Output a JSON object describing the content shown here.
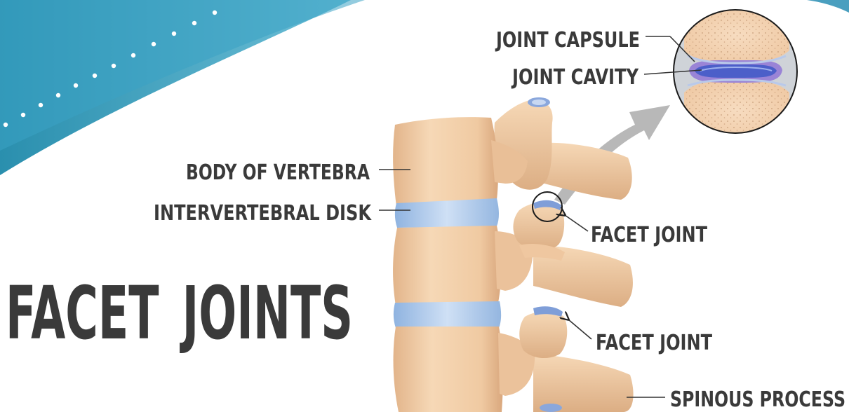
{
  "title": {
    "word1": "FACET",
    "word2": "JOINTS"
  },
  "labels": {
    "joint_capsule": "JOINT CAPSULE",
    "joint_cavity": "JOINT CAVITY",
    "body_of_vertebra": "BODY OF VERTEBRA",
    "intervertebral_disk": "INTERVERTEBRAL DISK",
    "facet_joint_upper": "FACET JOINT",
    "facet_joint_lower": "FACET JOINT",
    "spinous_process": "SPINOUS PROCESS"
  },
  "colors": {
    "title_gradient": [
      "#2f6fa8",
      "#3d9ad0",
      "#6bbba0"
    ],
    "banner_dark": "#2a8fae",
    "banner_light": "#6ec0d8",
    "bone": "#f2cfaa",
    "bone_shadow": "#d9a77d",
    "disk": "#a9c6ea",
    "cavity": "#4c5fc9",
    "label_text": "#3a3a3a",
    "arrow": "#b5b5b5"
  }
}
